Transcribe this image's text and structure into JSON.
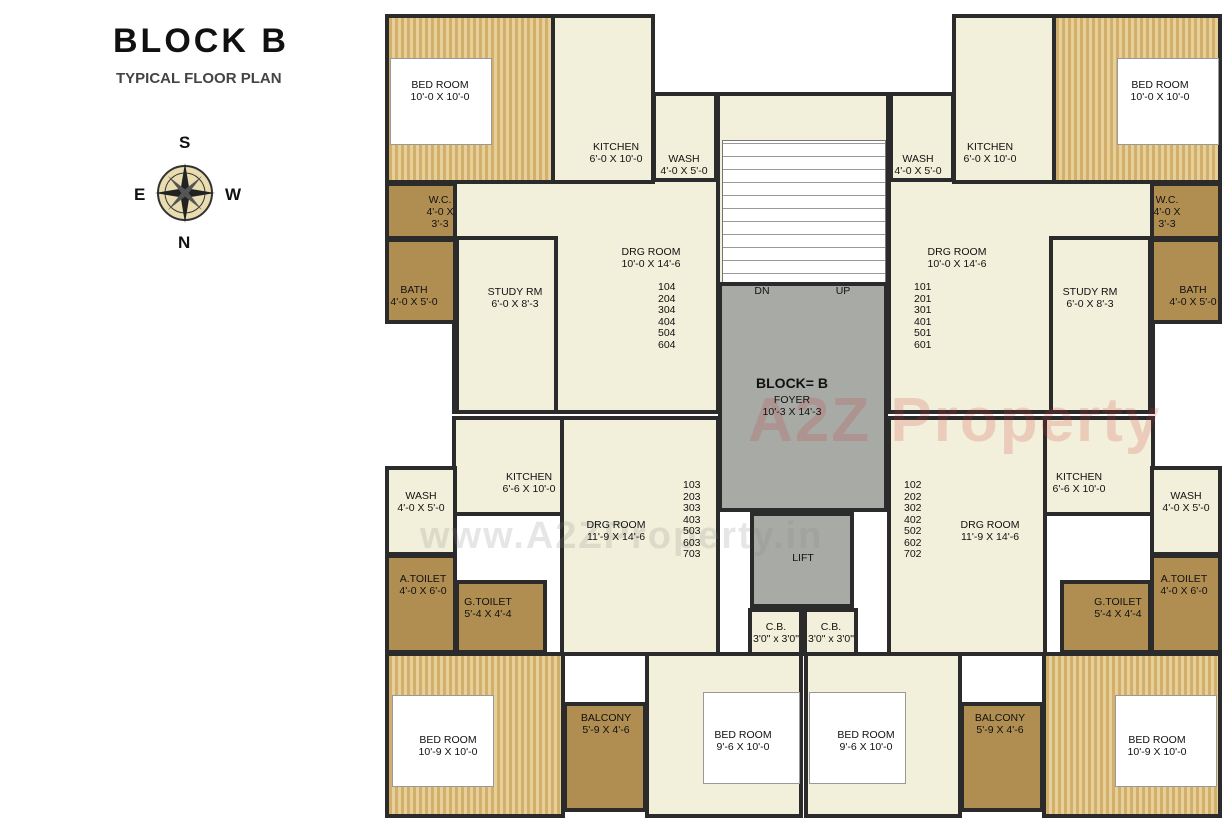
{
  "header": {
    "title": "BLOCK B",
    "subtitle": "TYPICAL FLOOR PLAN"
  },
  "compass": {
    "north": "N",
    "south": "S",
    "east": "E",
    "west": "W"
  },
  "watermark": "A2Z Property",
  "watermark_url": "www.A2ZProperty.in",
  "core": {
    "block": "BLOCK= B",
    "foyer": "FOYER",
    "foyer_size": "10'-3 X 14'-3",
    "dn": "DN",
    "up": "UP",
    "lift": "LIFT",
    "cb": "C.B.",
    "cb_size": "3'0\" x 3'0\""
  },
  "top_left": {
    "bed": "BED ROOM",
    "bed_size": "10'-0 X 10'-0",
    "kitchen": "KITCHEN",
    "kitchen_size": "6'-0 X 10'-0",
    "wash": "WASH",
    "wash_size": "4'-0 X 5'-0",
    "wc": "W.C.",
    "wc_size": "4'-0 X",
    "wc_size2": "3'-3",
    "bath": "BATH",
    "bath_size": "4'-0 X 5'-0",
    "study": "STUDY RM",
    "study_size": "6'-0 X 8'-3",
    "drg": "DRG ROOM",
    "drg_size": "10'-0 X 14'-6",
    "units": "104\n204\n304\n404\n504\n604"
  },
  "top_right": {
    "bed": "BED ROOM",
    "bed_size": "10'-0 X 10'-0",
    "kitchen": "KITCHEN",
    "kitchen_size": "6'-0 X 10'-0",
    "wash": "WASH",
    "wash_size": "4'-0 X 5'-0",
    "wc": "W.C.",
    "wc_size": "4'-0 X",
    "wc_size2": "3'-3",
    "bath": "BATH",
    "bath_size": "4'-0 X 5'-0",
    "study": "STUDY RM",
    "study_size": "6'-0 X 8'-3",
    "drg": "DRG ROOM",
    "drg_size": "10'-0 X 14'-6",
    "units": "101\n201\n301\n401\n501\n601"
  },
  "bottom_left": {
    "kitchen": "KITCHEN",
    "kitchen_size": "6'-6 X 10'-0",
    "wash": "WASH",
    "wash_size": "4'-0 X 5'-0",
    "atoilet": "A.TOILET",
    "atoilet_size": "4'-0 X 6'-0",
    "gtoilet": "G.TOILET",
    "gtoilet_size": "5'-4 X 4'-4",
    "drg": "DRG ROOM",
    "drg_size": "11'-9 X 14'-6",
    "units": "103\n203\n303\n403\n503\n603\n703",
    "bed": "BED ROOM",
    "bed_size": "10'-9 X 10'-0",
    "balcony": "BALCONY",
    "balcony_size": "5'-9 X 4'-6",
    "bed2": "BED ROOM",
    "bed2_size": "9'-6 X 10'-0"
  },
  "bottom_right": {
    "kitchen": "KITCHEN",
    "kitchen_size": "6'-6 X 10'-0",
    "wash": "WASH",
    "wash_size": "4'-0 X 5'-0",
    "atoilet": "A.TOILET",
    "atoilet_size": "4'-0 X 6'-0",
    "gtoilet": "G.TOILET",
    "gtoilet_size": "5'-4 X 4'-4",
    "drg": "DRG ROOM",
    "drg_size": "11'-9 X 14'-6",
    "units": "102\n202\n302\n402\n502\n602\n702",
    "bed": "BED ROOM",
    "bed_size": "10'-9 X 10'-0",
    "balcony": "BALCONY",
    "balcony_size": "5'-9 X 4'-6",
    "bed2": "BED ROOM",
    "bed2_size": "9'-6 X 10'-0"
  }
}
